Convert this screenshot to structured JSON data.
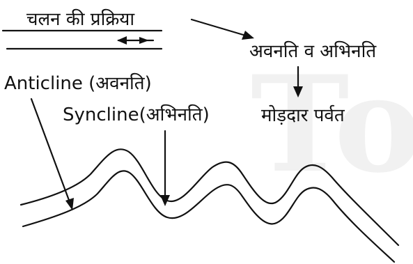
{
  "labels": {
    "process_heading": "चलन की प्रक्रिया",
    "result_pair": "अवनति व अभिनति",
    "fold_mountain": "मोड़दार पर्वत",
    "anticline": "Anticline (अवनति)",
    "syncline": "Syncline(अभिनति)"
  },
  "watermark": "Toppr"
}
